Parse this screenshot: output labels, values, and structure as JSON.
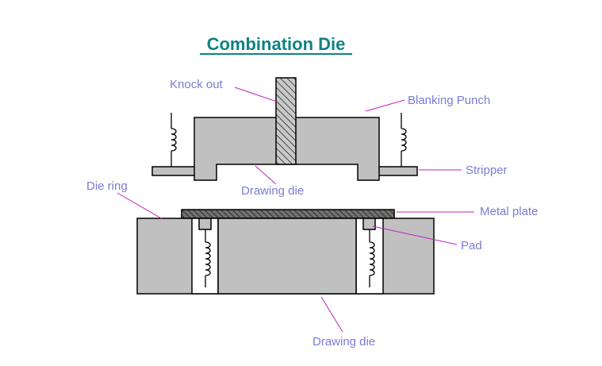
{
  "title": "Combination Die",
  "labels": {
    "knock_out": "Knock out",
    "blanking_punch": "Blanking Punch",
    "stripper": "Stripper",
    "die_ring": "Die ring",
    "drawing_die_top": "Drawing die",
    "metal_plate": "Metal plate",
    "pad": "Pad",
    "drawing_die_bottom": "Drawing die"
  },
  "colors": {
    "title": "#0f8282",
    "label": "#7b7bd6",
    "leader": "#c020c0",
    "part_fill": "#c0c0c0",
    "plate_fill": "#606060"
  }
}
